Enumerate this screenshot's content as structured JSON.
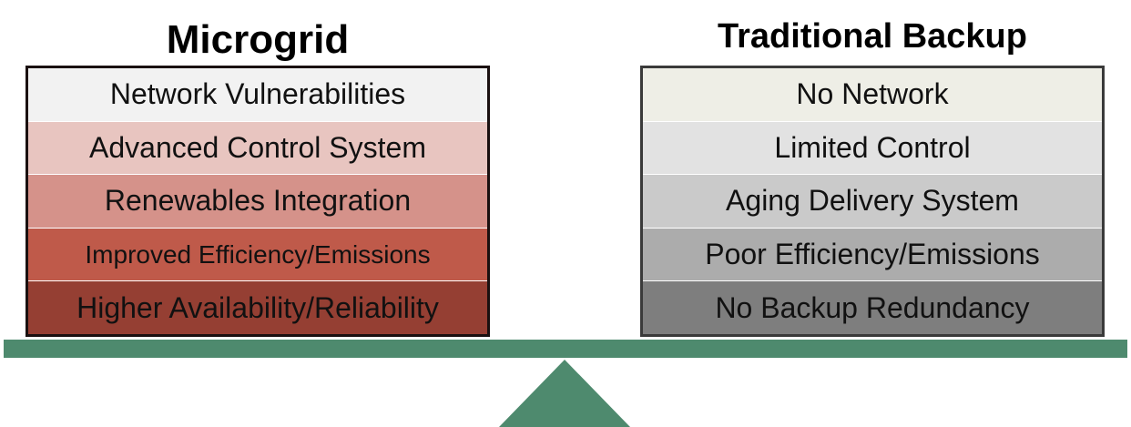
{
  "left": {
    "title": "Microgrid",
    "items": [
      {
        "label": "Network Vulnerabilities",
        "color": "#f2f2f2"
      },
      {
        "label": "Advanced Control System",
        "color": "#e8c5c0"
      },
      {
        "label": "Renewables Integration",
        "color": "#d5928a"
      },
      {
        "label": "Improved Efficiency/Emissions",
        "color": "#bf5a4a"
      },
      {
        "label": "Higher Availability/Reliability",
        "color": "#953f33"
      }
    ],
    "border_color": "#1a1010"
  },
  "right": {
    "title": "Traditional Backup",
    "items": [
      {
        "label": "No Network",
        "color": "#eeeee6"
      },
      {
        "label": "Limited Control",
        "color": "#e2e2e2"
      },
      {
        "label": "Aging Delivery System",
        "color": "#cacaca"
      },
      {
        "label": "Poor Efficiency/Emissions",
        "color": "#acacac"
      },
      {
        "label": "No Backup Redundancy",
        "color": "#7e7e7e"
      }
    ],
    "border_color": "#3a3a3a"
  },
  "scale": {
    "beam_color": "#4e8a6e",
    "fulcrum_color": "#4e8a6e"
  }
}
